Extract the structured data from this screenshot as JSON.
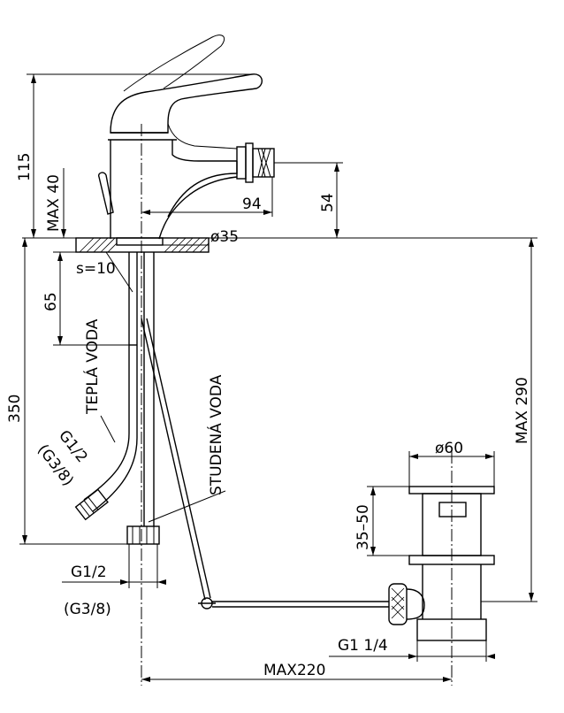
{
  "dimensions": {
    "height_total": "115",
    "max_lever": "MAX 40",
    "reach": "94",
    "spout_height": "54",
    "hole_diameter": "ø35",
    "deck_thickness": "s=10",
    "shank": "65",
    "hose_length": "350",
    "max_depth": "MAX 290",
    "waste_diameter": "ø60",
    "waste_range": "35–50",
    "thread_hot": "G1/2",
    "thread_hot_alt": "(G3/8)",
    "thread_cold": "G1/2",
    "thread_cold_alt": "(G3/8)",
    "waste_thread": "G1  1/4",
    "max_span": "MAX220"
  },
  "labels": {
    "hot_water": "TEPLÁ VODA",
    "cold_water": "STUDENÁ VODA"
  }
}
